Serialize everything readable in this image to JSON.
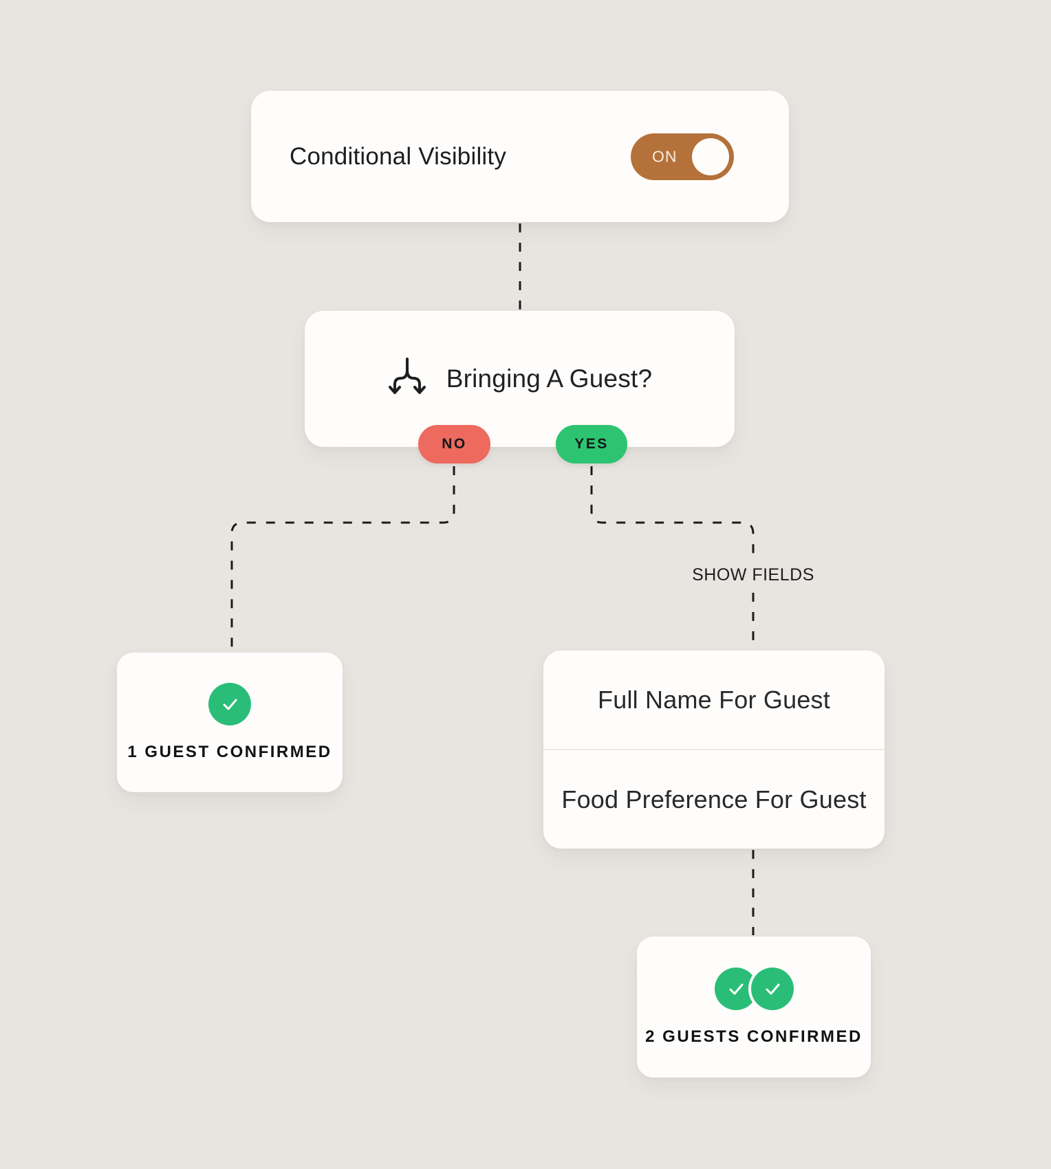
{
  "diagram": {
    "top_card": {
      "title": "Conditional Visibility",
      "toggle": {
        "label": "ON",
        "state": "on"
      }
    },
    "condition_card": {
      "icon": "branch-icon",
      "question": "Bringing A Guest?"
    },
    "branches": {
      "no": {
        "label": "NO",
        "result": {
          "icon": "check-icon",
          "check_count": 1,
          "label": "1 GUEST CONFIRMED"
        }
      },
      "yes": {
        "label": "YES",
        "connector_label": "SHOW FIELDS",
        "fields": [
          "Full Name For Guest",
          "Food Preference For Guest"
        ],
        "result": {
          "icon": "check-icon",
          "check_count": 2,
          "label": "2 GUESTS CONFIRMED"
        }
      }
    }
  },
  "colors": {
    "background": "#e8e5e1",
    "card": "#fffdfb",
    "toggle_on": "#b5713a",
    "no_red": "#ee695e",
    "yes_green": "#2dc471",
    "check_green": "#2abd78",
    "connector": "#1b1b1b",
    "text": "#1d1d1f"
  }
}
